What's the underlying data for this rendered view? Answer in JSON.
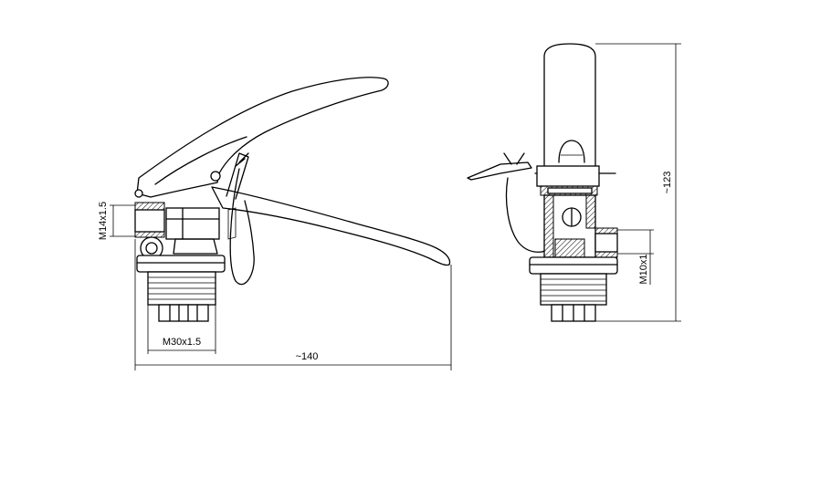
{
  "dimensions": {
    "length": "~140",
    "height": "~123",
    "outlet_thread": "M14x1.5",
    "base_thread": "M30x1.5",
    "gauge_thread": "M10x1"
  }
}
